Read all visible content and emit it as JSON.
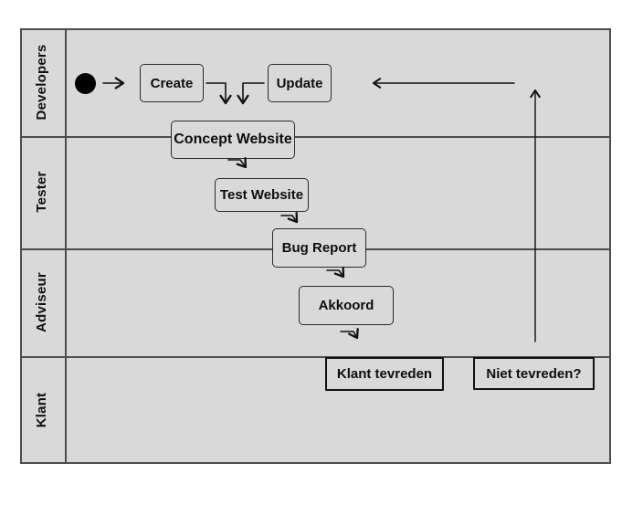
{
  "lanes": [
    {
      "label": "Developers"
    },
    {
      "label": "Tester"
    },
    {
      "label": "Adviseur"
    },
    {
      "label": "Klant"
    }
  ],
  "nodes": [
    {
      "id": "create",
      "label": "Create"
    },
    {
      "id": "update",
      "label": "Update"
    },
    {
      "id": "concept-website",
      "label": "Concept Website"
    },
    {
      "id": "test-website",
      "label": "Test Website"
    },
    {
      "id": "bug-report",
      "label": "Bug Report"
    },
    {
      "id": "akkoord",
      "label": "Akkoord"
    },
    {
      "id": "klant-tevreden",
      "label": "Klant tevreden"
    },
    {
      "id": "niet-tevreden",
      "label": "Niet tevreden?"
    }
  ],
  "start_node": {
    "shape": "filled-circle"
  },
  "colors": {
    "canvas": "#ffffff",
    "lane_fill": "#d9d9d9",
    "lane_line": "#4d4d4d",
    "box_border": "#2a2a2a",
    "arrow": "#111111",
    "text": "#111111"
  }
}
